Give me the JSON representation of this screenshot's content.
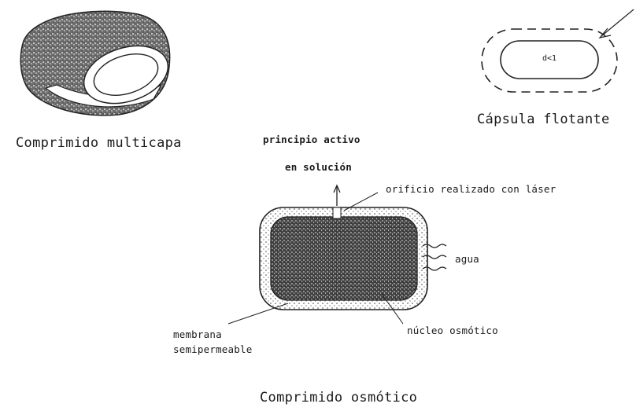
{
  "multilayer": {
    "caption": "Comprimido multicapa"
  },
  "floating": {
    "caption": "Cápsula flotante",
    "density_label": "d<1"
  },
  "osmotic": {
    "caption": "Comprimido osmótico",
    "drug_label_line1": "principio activo",
    "drug_label_line2": "en solución",
    "laser_label": "orificio realizado con láser",
    "water_label": "agua",
    "core_label": "núcleo osmótico",
    "membrane_label_line1": "membrana",
    "membrane_label_line2": "semipermeable"
  }
}
